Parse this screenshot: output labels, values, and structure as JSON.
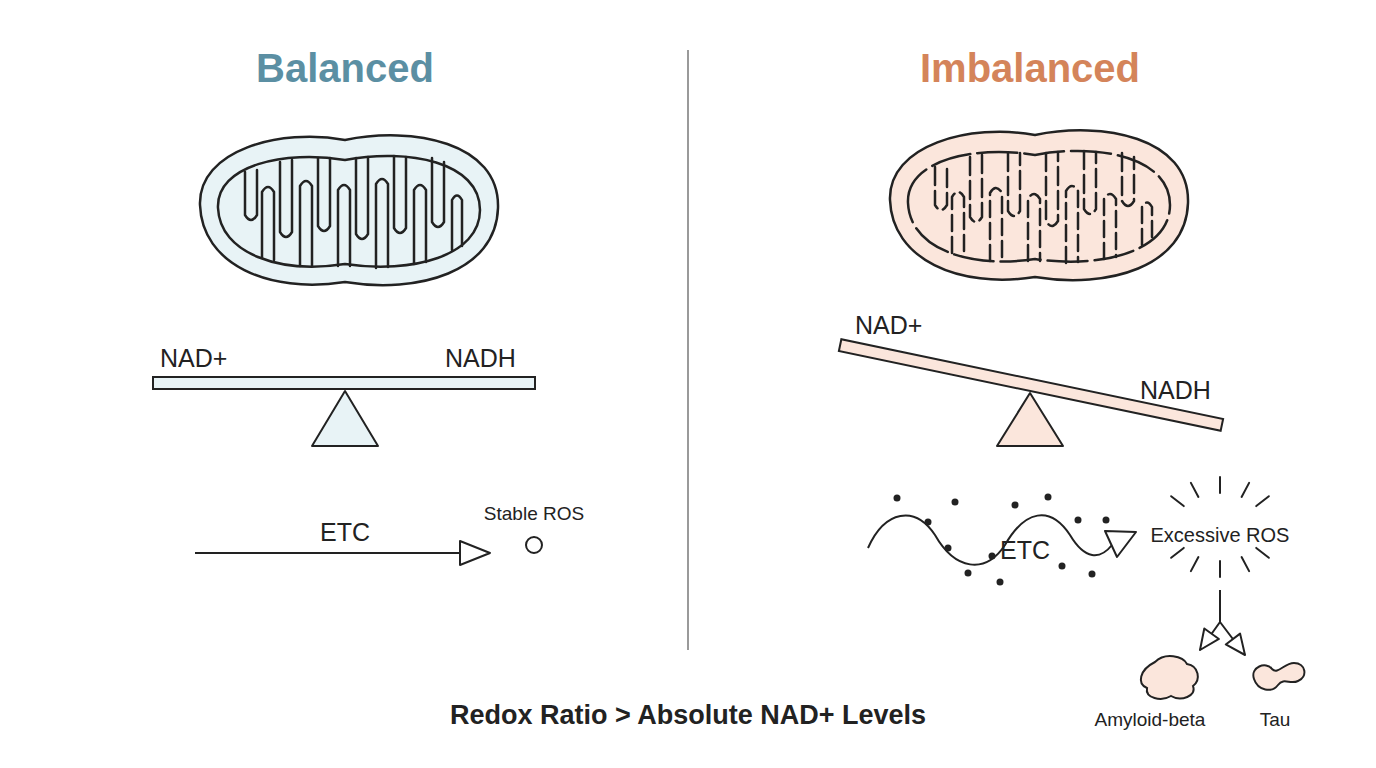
{
  "diagram": {
    "caption": "Redox Ratio > Absolute NAD+ Levels",
    "nodes": [
      {
        "text": [
          "Stable ROS"
        ]
      },
      {
        "text": [
          "Excessive ROS"
        ]
      },
      {
        "text": [
          "Amyloid-beta"
        ]
      },
      {
        "text": [
          "Tau"
        ]
      }
    ],
    "edges": [
      {
        "from": 1,
        "to": 2,
        "arrow": "to"
      },
      {
        "from": 1,
        "to": 3,
        "arrow": "to"
      }
    ],
    "labels": [
      "Balanced",
      "Imbalanced",
      "NAD+",
      "NADH",
      "ETC",
      "NAD+",
      "NADH",
      "ETC"
    ]
  }
}
